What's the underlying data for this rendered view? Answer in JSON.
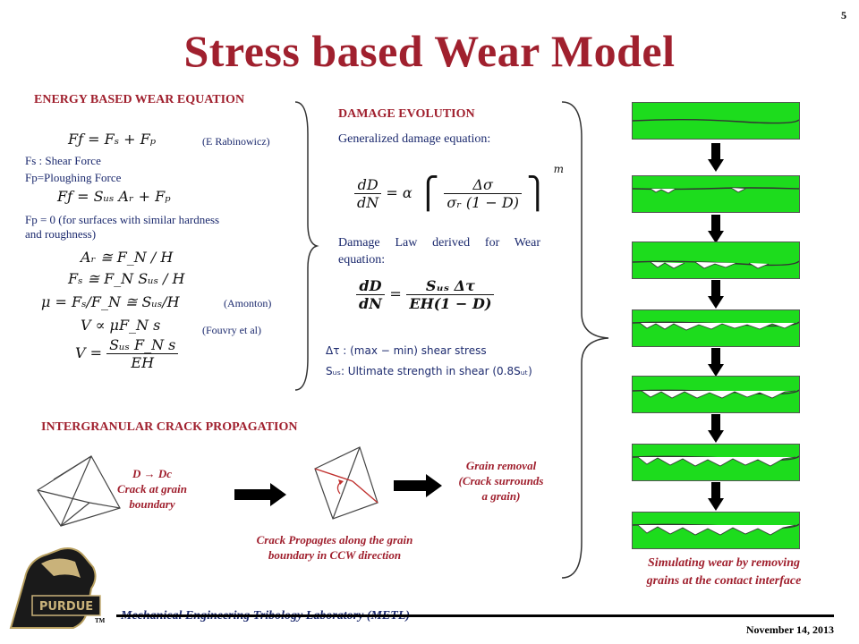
{
  "page_number": "5",
  "title": "Stress based Wear Model",
  "energy": {
    "heading": "ENERGY BASED WEAR EQUATION",
    "eq1": "Fƒ = Fₛ + Fₚ",
    "cite1": "(E Rabinowicz)",
    "def_fs": "Fs : Shear Force",
    "def_fp": "Fp=Ploughing Force",
    "eq2": "Fƒ = Sᵤₛ Aᵣ + Fₚ",
    "def_fp0": "Fp = 0 (for surfaces with similar hardness and roughness)",
    "eq3": "Aᵣ ≅ F_N / H",
    "eq4": "Fₛ ≅ F_N Sᵤₛ / H",
    "eq5": "μ = Fₛ/F_N ≅ Sᵤₛ/H",
    "cite2": "(Amonton)",
    "eq6": "V ∝ μF_N s",
    "cite3": "(Fouvry et al)",
    "eq7_lhs": "V =",
    "eq7_num": "Sᵤₛ F_N s",
    "eq7_den": "EH"
  },
  "damage": {
    "heading": "DAMAGE EVOLUTION",
    "generalized": "Generalized damage equation:",
    "gen_lhs_num": "dD",
    "gen_lhs_den": "dN",
    "gen_eq": "= α",
    "gen_num": "Δσ",
    "gen_den": "σᵣ (1 − D)",
    "gen_exp": "m",
    "law_text": "Damage Law derived for Wear equation:",
    "law_lhs_num": "dD",
    "law_lhs_den": "dN",
    "law_num": "Sᵤₛ Δτ",
    "law_den": "EH(1 − D)",
    "def_tau": "Δτ : (max − min) shear stress",
    "def_sus": "Sᵤₛ: Ultimate strength in shear (0.8Sᵤₜ)"
  },
  "crack": {
    "heading": "INTERGRANULAR CRACK PROPAGATION",
    "label1_line1": "D → Dc",
    "label1_line2": "Crack at grain boundary",
    "label2": "Crack Propagtes along the grain boundary in CCW direction",
    "label3": "Grain removal (Crack surrounds a grain)"
  },
  "simulation": {
    "caption": "Simulating wear by removing grains at the contact interface",
    "bar_color": "#1ddc1d",
    "bar_count": 7
  },
  "footer": {
    "lab": "Mechanical Engineering Tribology Laboratory (METL)",
    "tm": "TM",
    "date": "November 14, 2013",
    "logo_text": "PURDUE"
  },
  "colors": {
    "title": "#a0202e",
    "text_blue": "#1c2a6e",
    "sim_green": "#1ddc1d"
  }
}
